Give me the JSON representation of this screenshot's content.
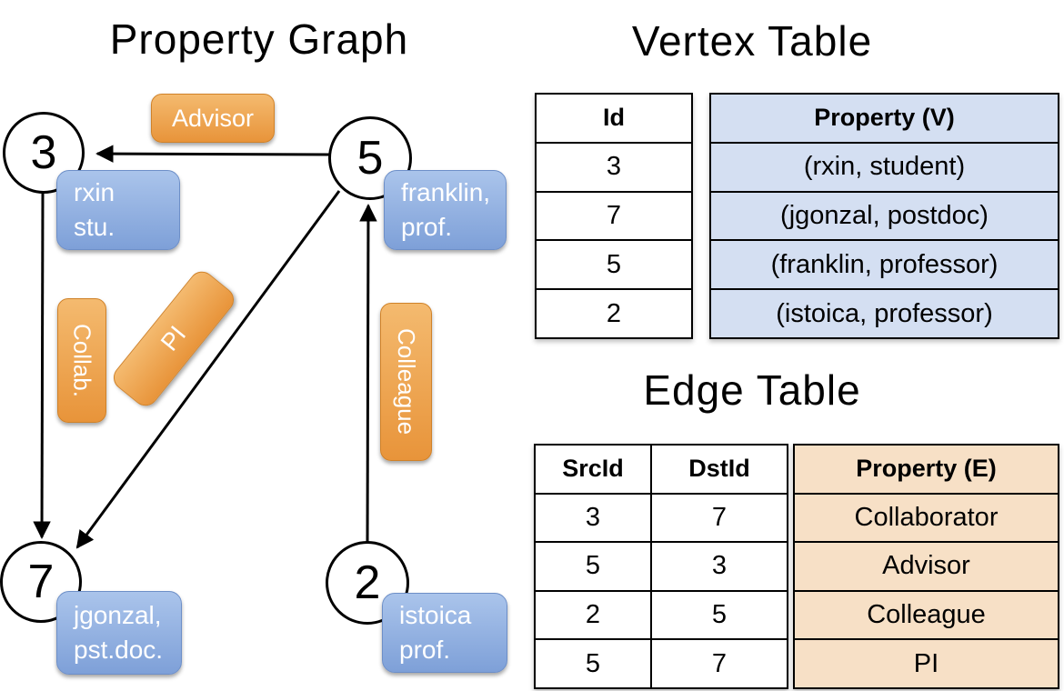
{
  "graph": {
    "title": "Property Graph",
    "nodes": [
      {
        "id": "3",
        "property_lines": [
          "rxin",
          "stu."
        ]
      },
      {
        "id": "5",
        "property_lines": [
          "franklin,",
          "prof."
        ]
      },
      {
        "id": "7",
        "property_lines": [
          "jgonzal,",
          "pst.doc."
        ]
      },
      {
        "id": "2",
        "property_lines": [
          "istoica",
          "prof."
        ]
      }
    ],
    "edge_labels": [
      "Advisor",
      "Collab.",
      "PI",
      "Colleague"
    ]
  },
  "vertex_table": {
    "title": "Vertex Table",
    "headers": {
      "id": "Id",
      "property": "Property (V)"
    },
    "rows": [
      {
        "id": "3",
        "property": "(rxin, student)"
      },
      {
        "id": "7",
        "property": "(jgonzal, postdoc)"
      },
      {
        "id": "5",
        "property": "(franklin, professor)"
      },
      {
        "id": "2",
        "property": "(istoica, professor)"
      }
    ]
  },
  "edge_table": {
    "title": "Edge Table",
    "headers": {
      "src": "SrcId",
      "dst": "DstId",
      "property": "Property (E)"
    },
    "rows": [
      {
        "src": "3",
        "dst": "7",
        "property": "Collaborator"
      },
      {
        "src": "5",
        "dst": "3",
        "property": "Advisor"
      },
      {
        "src": "2",
        "dst": "5",
        "property": "Colleague"
      },
      {
        "src": "5",
        "dst": "7",
        "property": "PI"
      }
    ]
  },
  "colors": {
    "edge_label_orange": "#E8943A",
    "vertex_box_blue": "#7EA0D8",
    "vertex_cell_fill": "#D4DFF2",
    "edge_cell_fill": "#F7E0C6",
    "line_black": "#000000"
  }
}
